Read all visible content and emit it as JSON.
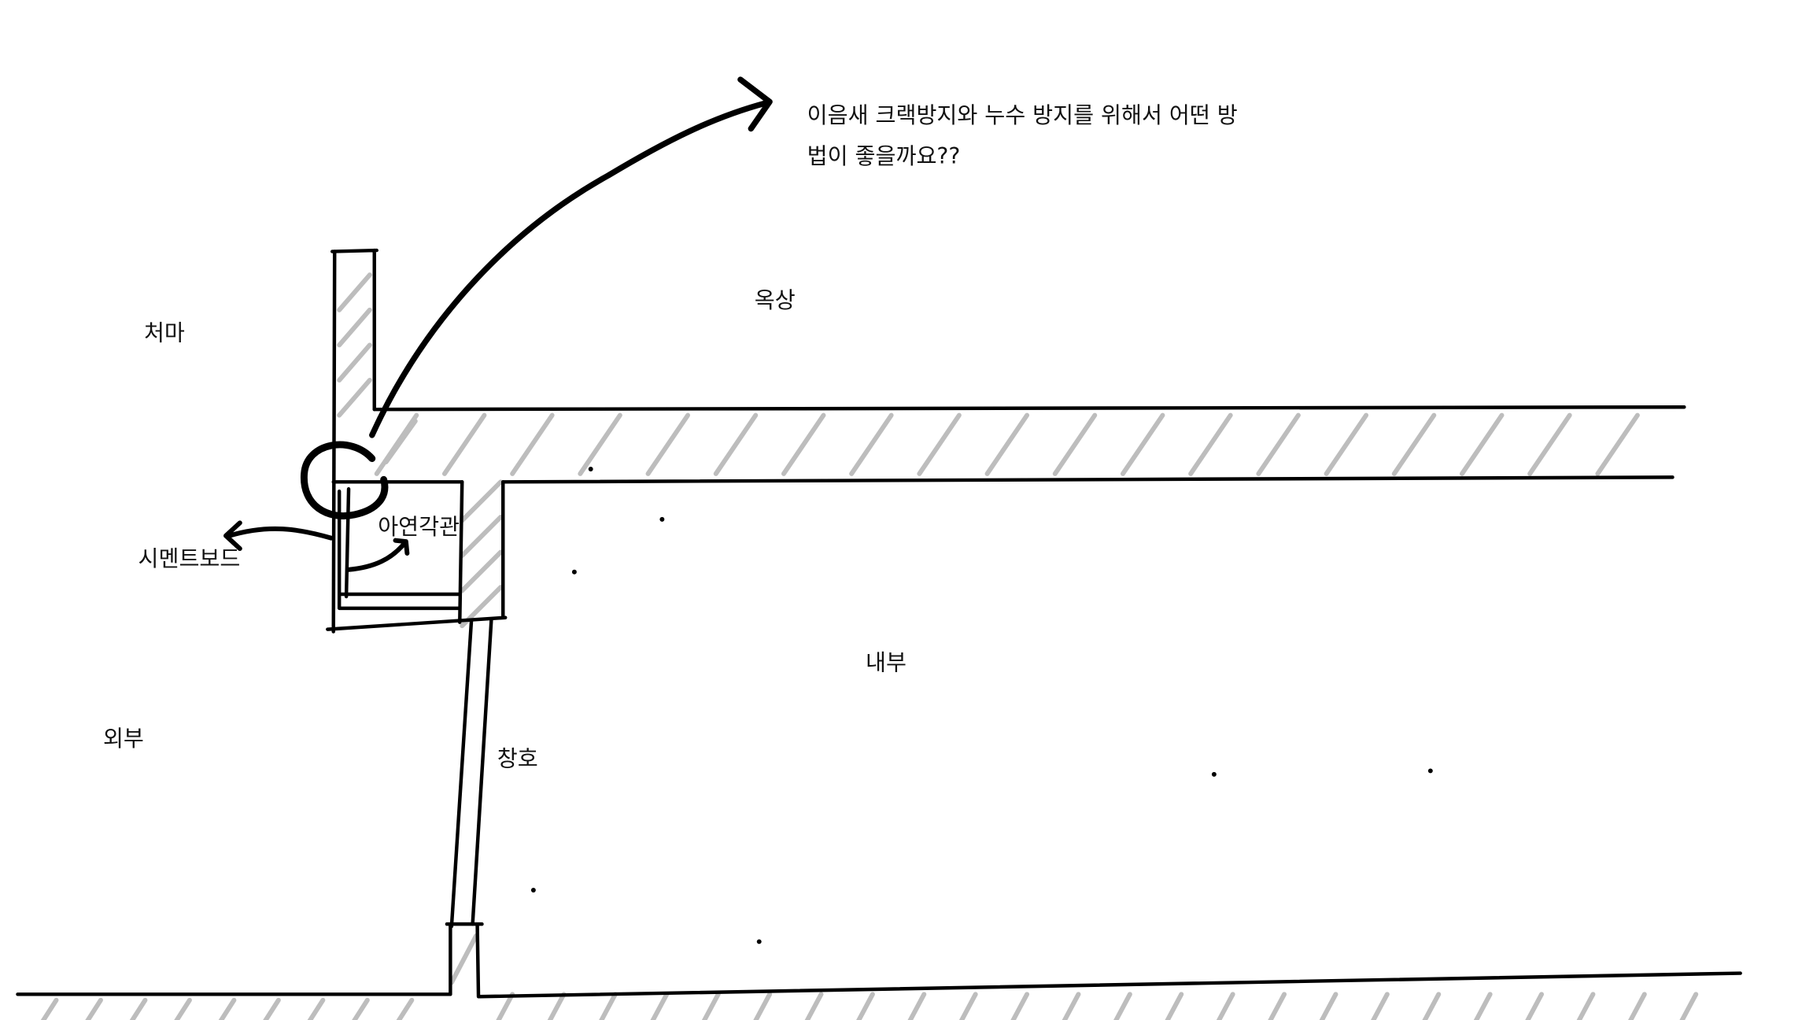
{
  "question": {
    "line1": "이음새 크랙방지와 누수 방지를 위해서 어떤 방",
    "line2": "법이 좋을까요??"
  },
  "labels": {
    "eaves": "처마",
    "rooftop": "옥상",
    "cement_board": "시멘트보드",
    "zinc_square_pipe": "아연각관",
    "interior": "내부",
    "exterior": "외부",
    "window": "창호"
  },
  "colors": {
    "ink": "#000000",
    "hatch": "#bdbdbd",
    "background": "#ffffff"
  }
}
